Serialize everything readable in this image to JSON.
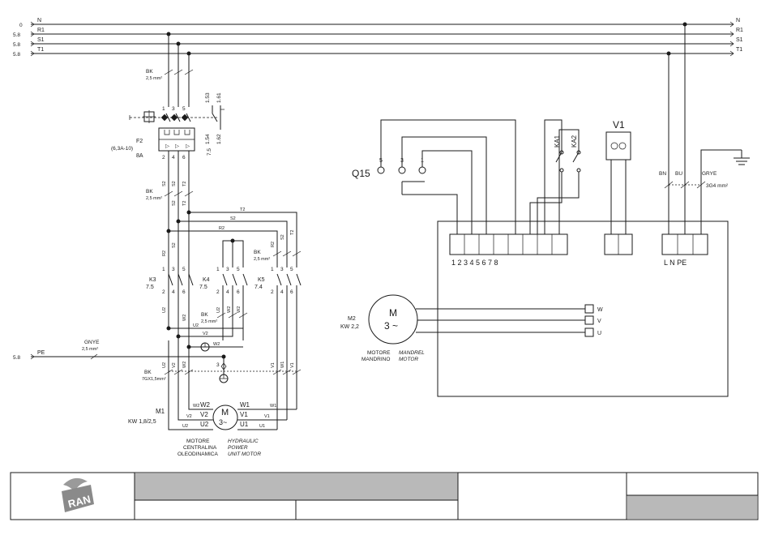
{
  "mains": {
    "N": {
      "left_num": "0",
      "label": "N"
    },
    "R1": {
      "left_num": "5.8",
      "label": "R1"
    },
    "S1": {
      "left_num": "5.8",
      "label": "S1"
    },
    "T1": {
      "left_num": "5.8",
      "label": "T1"
    },
    "PE": {
      "left_num": "5.8",
      "label": "PE"
    }
  },
  "cable_bk": {
    "name": "BK",
    "size": "2,5 mm²"
  },
  "cable_gnye": {
    "name": "GNYE",
    "size": "2,5 mm²"
  },
  "cable_bk_7g": {
    "name": "BK",
    "size": "7GX1,5mm²"
  },
  "breaker_f2": {
    "tag": "F2",
    "range": "(6,3A-10)",
    "rating": "8A",
    "top_terms": [
      "1",
      "3",
      "5"
    ],
    "bot_terms": [
      "2",
      "4",
      "6"
    ],
    "aux": [
      "1.53",
      "1.61",
      "1.54",
      "1.62"
    ],
    "ref": "7.5"
  },
  "contactors": [
    {
      "tag": "K3",
      "ref": "7.5"
    },
    {
      "tag": "K4",
      "ref": "7.5"
    },
    {
      "tag": "K5",
      "ref": "7.4"
    }
  ],
  "contact_terms": {
    "top": [
      "1",
      "3",
      "5"
    ],
    "bot": [
      "2",
      "4",
      "6"
    ]
  },
  "wire_labels": {
    "R2": "R2",
    "S2": "S2",
    "T2": "T2",
    "U1": "U1",
    "V1": "V1",
    "W1": "W1",
    "U2": "U2",
    "V2": "V2",
    "W2": "W2"
  },
  "pressure_switch_num": "3",
  "motor_m1": {
    "tag": "M1",
    "power": "KW 1,8/2,5",
    "symbol_top": "M",
    "symbol_bot": "3~",
    "name_it": [
      "MOTORE",
      "CENTRALINA",
      "OLEODINAMICA"
    ],
    "name_en": [
      "HYDRAULIC",
      "POWER",
      "UNIT MOTOR"
    ]
  },
  "motor_m2": {
    "tag": "M2",
    "power": "KW 2,2",
    "symbol_top": "M",
    "symbol_bot": "3 ~",
    "name_it": [
      "MOTORE",
      "MANDRINO"
    ],
    "name_en": [
      "MANDREL",
      "MOTOR"
    ],
    "terminals": [
      "W",
      "V",
      "U"
    ]
  },
  "q15": {
    "tag": "Q15",
    "terms": [
      "5",
      "3",
      "1"
    ]
  },
  "relays": [
    "KA1",
    "KA2"
  ],
  "v1": {
    "tag": "V1"
  },
  "supply_cable": {
    "cores": [
      "BN",
      "BU",
      "GRYE"
    ],
    "spec": "3G4 mm²"
  },
  "terminal_labels": {
    "group1": "1 2 3 4 5 6 7 8",
    "group2": "L N PE"
  },
  "title_block": {
    "logo_text": "RAN"
  }
}
